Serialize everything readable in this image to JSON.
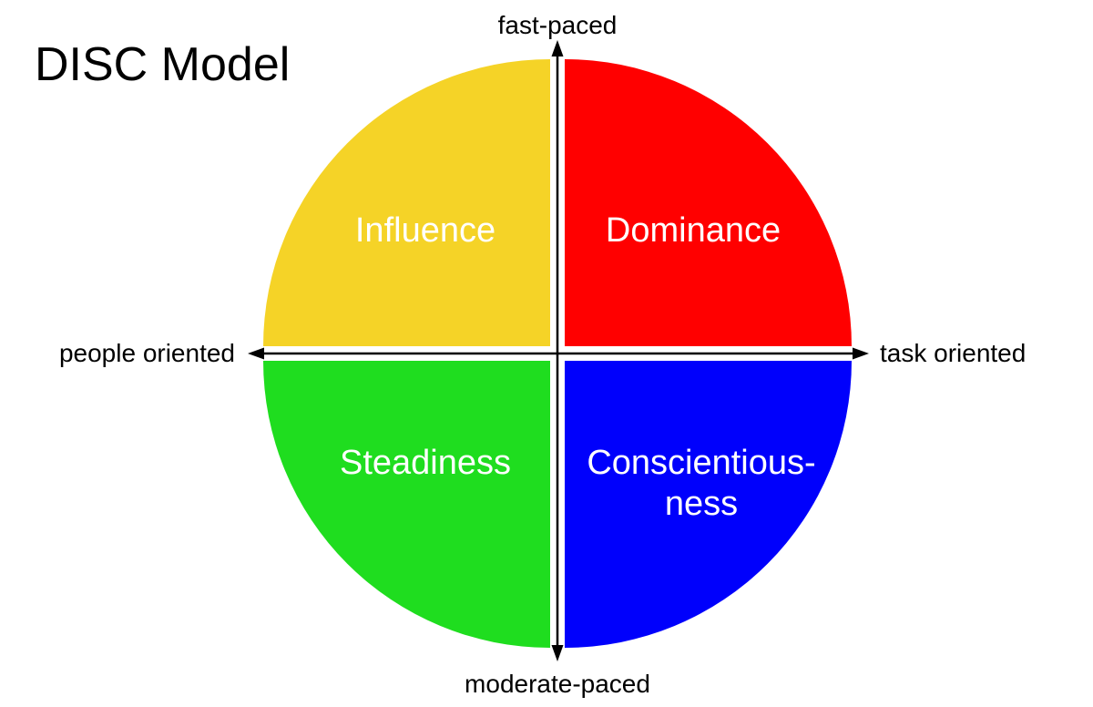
{
  "title": "DISC Model",
  "axes": {
    "top_label": "fast-paced",
    "bottom_label": "moderate-paced",
    "left_label": "people oriented",
    "right_label": "task oriented"
  },
  "quadrants": {
    "influence": {
      "label": "Influence",
      "color": "#F5D327"
    },
    "dominance": {
      "label": "Dominance",
      "color": "#FF0000"
    },
    "steadiness": {
      "label": "Steadiness",
      "color": "#1FDD1F"
    },
    "conscientiousness": {
      "label": "Conscientious-ness",
      "label_line1": "Conscientious-",
      "label_line2": "ness",
      "color": "#0000FC"
    }
  },
  "colors": {
    "background": "#ffffff",
    "axis": "#000000",
    "title_text": "#000000",
    "axis_label_text": "#000000",
    "quadrant_label_text": "#ffffff"
  }
}
